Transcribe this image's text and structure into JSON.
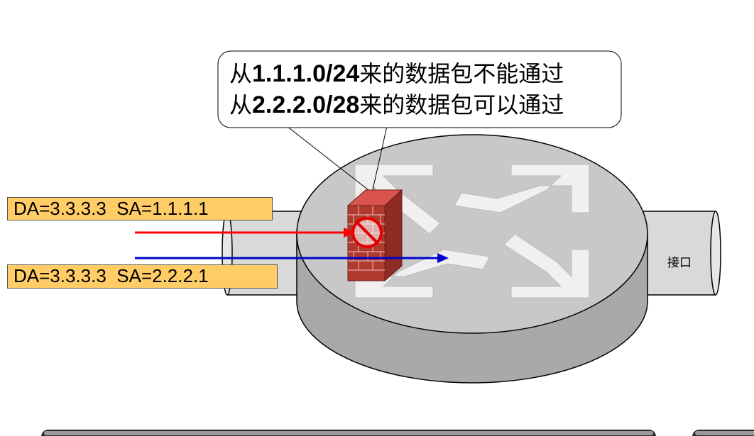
{
  "callout": {
    "line1": {
      "prefix": "从",
      "addr": "1.1.1.0/24",
      "suffix": "来的数据包不能通过"
    },
    "line2": {
      "prefix": "从",
      "addr": "2.2.2.0/28",
      "suffix": "来的数据包可以通过"
    }
  },
  "packets": [
    {
      "label": "DA=3.3.3.3  SA=1.1.1.1",
      "arrow_color": "#ff0000",
      "status": "blocked"
    },
    {
      "label": "DA=3.3.3.3  SA=2.2.2.1",
      "arrow_color": "#0000cc",
      "status": "permitted"
    }
  ],
  "interface_label": "接口",
  "colors": {
    "router_top": "#c8c8c8",
    "router_side": "#a9a9a9",
    "firewall_brick": "#b03a2e",
    "label_fill": "#ffcc66"
  },
  "icons": [
    "router-icon",
    "firewall-icon",
    "prohibited-icon"
  ]
}
